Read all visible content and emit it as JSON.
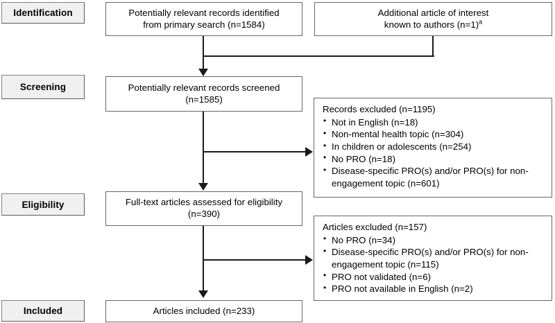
{
  "diagram": {
    "type": "prisma-flow-diagram",
    "stages": [
      {
        "id": "identification",
        "label": "Identification"
      },
      {
        "id": "screening",
        "label": "Screening"
      },
      {
        "id": "eligibility",
        "label": "Eligibility"
      },
      {
        "id": "included",
        "label": "Included"
      }
    ],
    "boxes": {
      "primary_search": {
        "line1": "Potentially relevant records identified",
        "line2": "from primary search (n=1584)"
      },
      "additional_article": {
        "line1": "Additional article of interest",
        "line2": "known to authors (n=1)",
        "superscript": "a"
      },
      "records_screened": {
        "line1": "Potentially relevant records screened",
        "line2": "(n=1585)"
      },
      "fulltext_assessed": {
        "line1": "Full-text articles assessed for eligibility",
        "line2": "(n=390)"
      },
      "articles_included": {
        "line1": "Articles included (n=233)"
      }
    },
    "exclusions": [
      {
        "id": "records-excluded",
        "title": "Records excluded (n=1195)",
        "items": [
          "Not in English (n=18)",
          "Non-mental health topic (n=304)",
          "In children or adolescents (n=254)",
          "No PRO (n=18)",
          "Disease-specific PRO(s) and/or PRO(s) for non-engagement topic (n=601)"
        ]
      },
      {
        "id": "articles-excluded",
        "title": "Articles excluded (n=157)",
        "items": [
          "No PRO (n=34)",
          "Disease-specific PRO(s) and/or PRO(s) for non-engagement topic (n=115)",
          "PRO not validated (n=6)",
          "PRO not available in English (n=2)"
        ]
      }
    ],
    "colors": {
      "stage_fill": "#f0f0f0",
      "stage_border": "#808080",
      "box_border": "#666666",
      "connector": "#1a1a1a",
      "text": "#000000",
      "background": "#ffffff"
    }
  }
}
